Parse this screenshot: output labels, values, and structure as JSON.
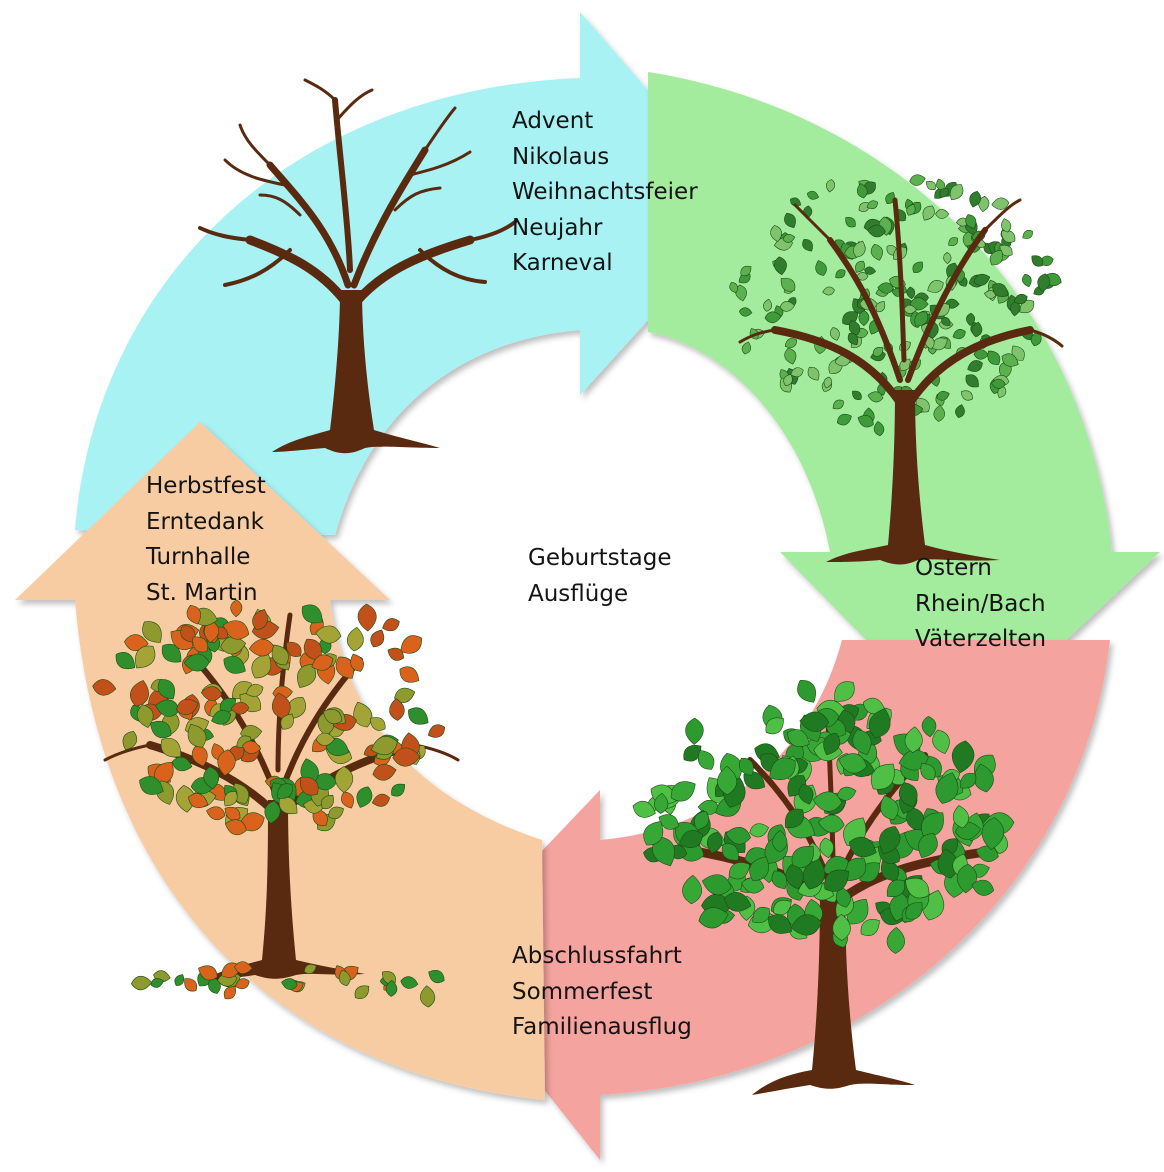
{
  "colors": {
    "winter": "#a8f2f4",
    "spring": "#a3eb9d",
    "summer": "#f5a39f",
    "autumn": "#f8cca3",
    "trunk": "#5a2a10",
    "leaf_green": "#2d9a2f",
    "leaf_orange": "#d9621c",
    "leaf_olive": "#8f9a2e"
  },
  "segments": {
    "winter": {
      "season": "winter",
      "tree_icon": "bare-tree-icon",
      "items": [
        "Advent",
        "Nikolaus",
        "Weihnachtsfeier",
        "Neujahr",
        "Karneval"
      ]
    },
    "spring": {
      "season": "spring",
      "tree_icon": "budding-tree-icon",
      "items": [
        "Ostern",
        "Rhein/Bach",
        "Väterzelten"
      ]
    },
    "summer": {
      "season": "summer",
      "tree_icon": "leafy-tree-icon",
      "items": [
        "Abschlussfahrt",
        "Sommerfest",
        "Familienausflug"
      ]
    },
    "autumn": {
      "season": "autumn",
      "tree_icon": "autumn-tree-icon",
      "items": [
        "Herbstfest",
        "Erntedank",
        "Turnhalle",
        "St. Martin"
      ]
    }
  },
  "center": {
    "items": [
      "Geburtstage",
      "Ausflüge"
    ]
  }
}
